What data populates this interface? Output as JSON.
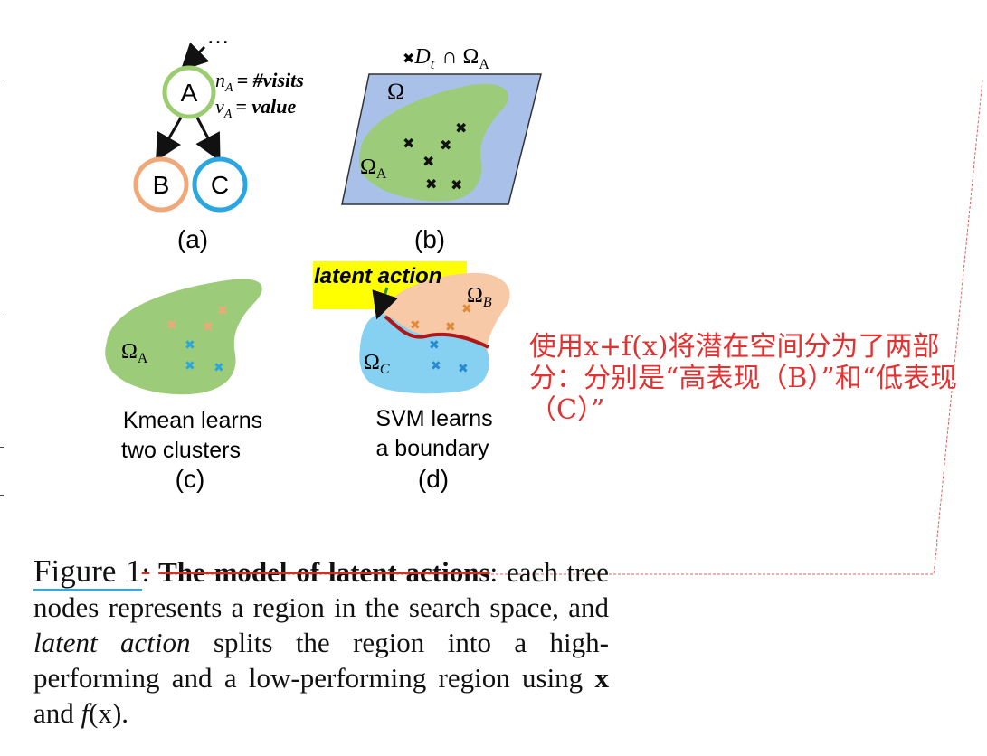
{
  "figure": {
    "panel_a": {
      "ellipsis": "…",
      "node_a": "A",
      "node_b": "B",
      "node_c": "C",
      "n_label": "n",
      "n_sub": "A",
      "n_rhs": "= #visits",
      "v_label": "v",
      "v_sub": "A",
      "v_rhs": "= value",
      "label": "(a)"
    },
    "panel_b": {
      "legend_mark": "✖",
      "legend_d": "D",
      "legend_t": "t",
      "legend_rest": "∩ Ω",
      "legend_sub": "A",
      "omega": "Ω",
      "omega_a": "Ω",
      "omega_a_sub": "A",
      "label": "(b)"
    },
    "panel_c": {
      "omega": "Ω",
      "omega_sub": "A",
      "line1": "Kmean learns",
      "line2": "two clusters",
      "label": "(c)"
    },
    "panel_d": {
      "latent_action": "latent action",
      "omega_b": "Ω",
      "omega_b_sub": "B",
      "omega_c": "Ω",
      "omega_c_sub": "C",
      "line1": "SVM learns",
      "line2": "a boundary",
      "label": "(d)"
    },
    "colors": {
      "node_a": "#9ccc70",
      "node_b": "#f0a878",
      "node_c": "#2aa6e0",
      "region_green": "#9ccc7a",
      "region_blue_bg": "#a9c0e8",
      "region_orange": "#f7c9a6",
      "region_cyan": "#86d0f2",
      "highlight": "#ffff00",
      "boundary": "#b01818",
      "annotation": "#e53030"
    }
  },
  "caption": {
    "fig_label": "Figure 1",
    "colon": ":",
    "title": "The model of latent actions",
    "t1": ": each tree nodes represents a region in the search space, and ",
    "latent": "latent action",
    "t2": " splits the region into a high-performing and a low-performing region using ",
    "x": "x",
    "t3": " and ",
    "f": "f",
    "fx": "(x)",
    "end": "."
  },
  "annotation": {
    "text": "使用x+f(x)将潜在空间分为了两部分：分别是“高表现（B）”和“低表现（C）”"
  }
}
